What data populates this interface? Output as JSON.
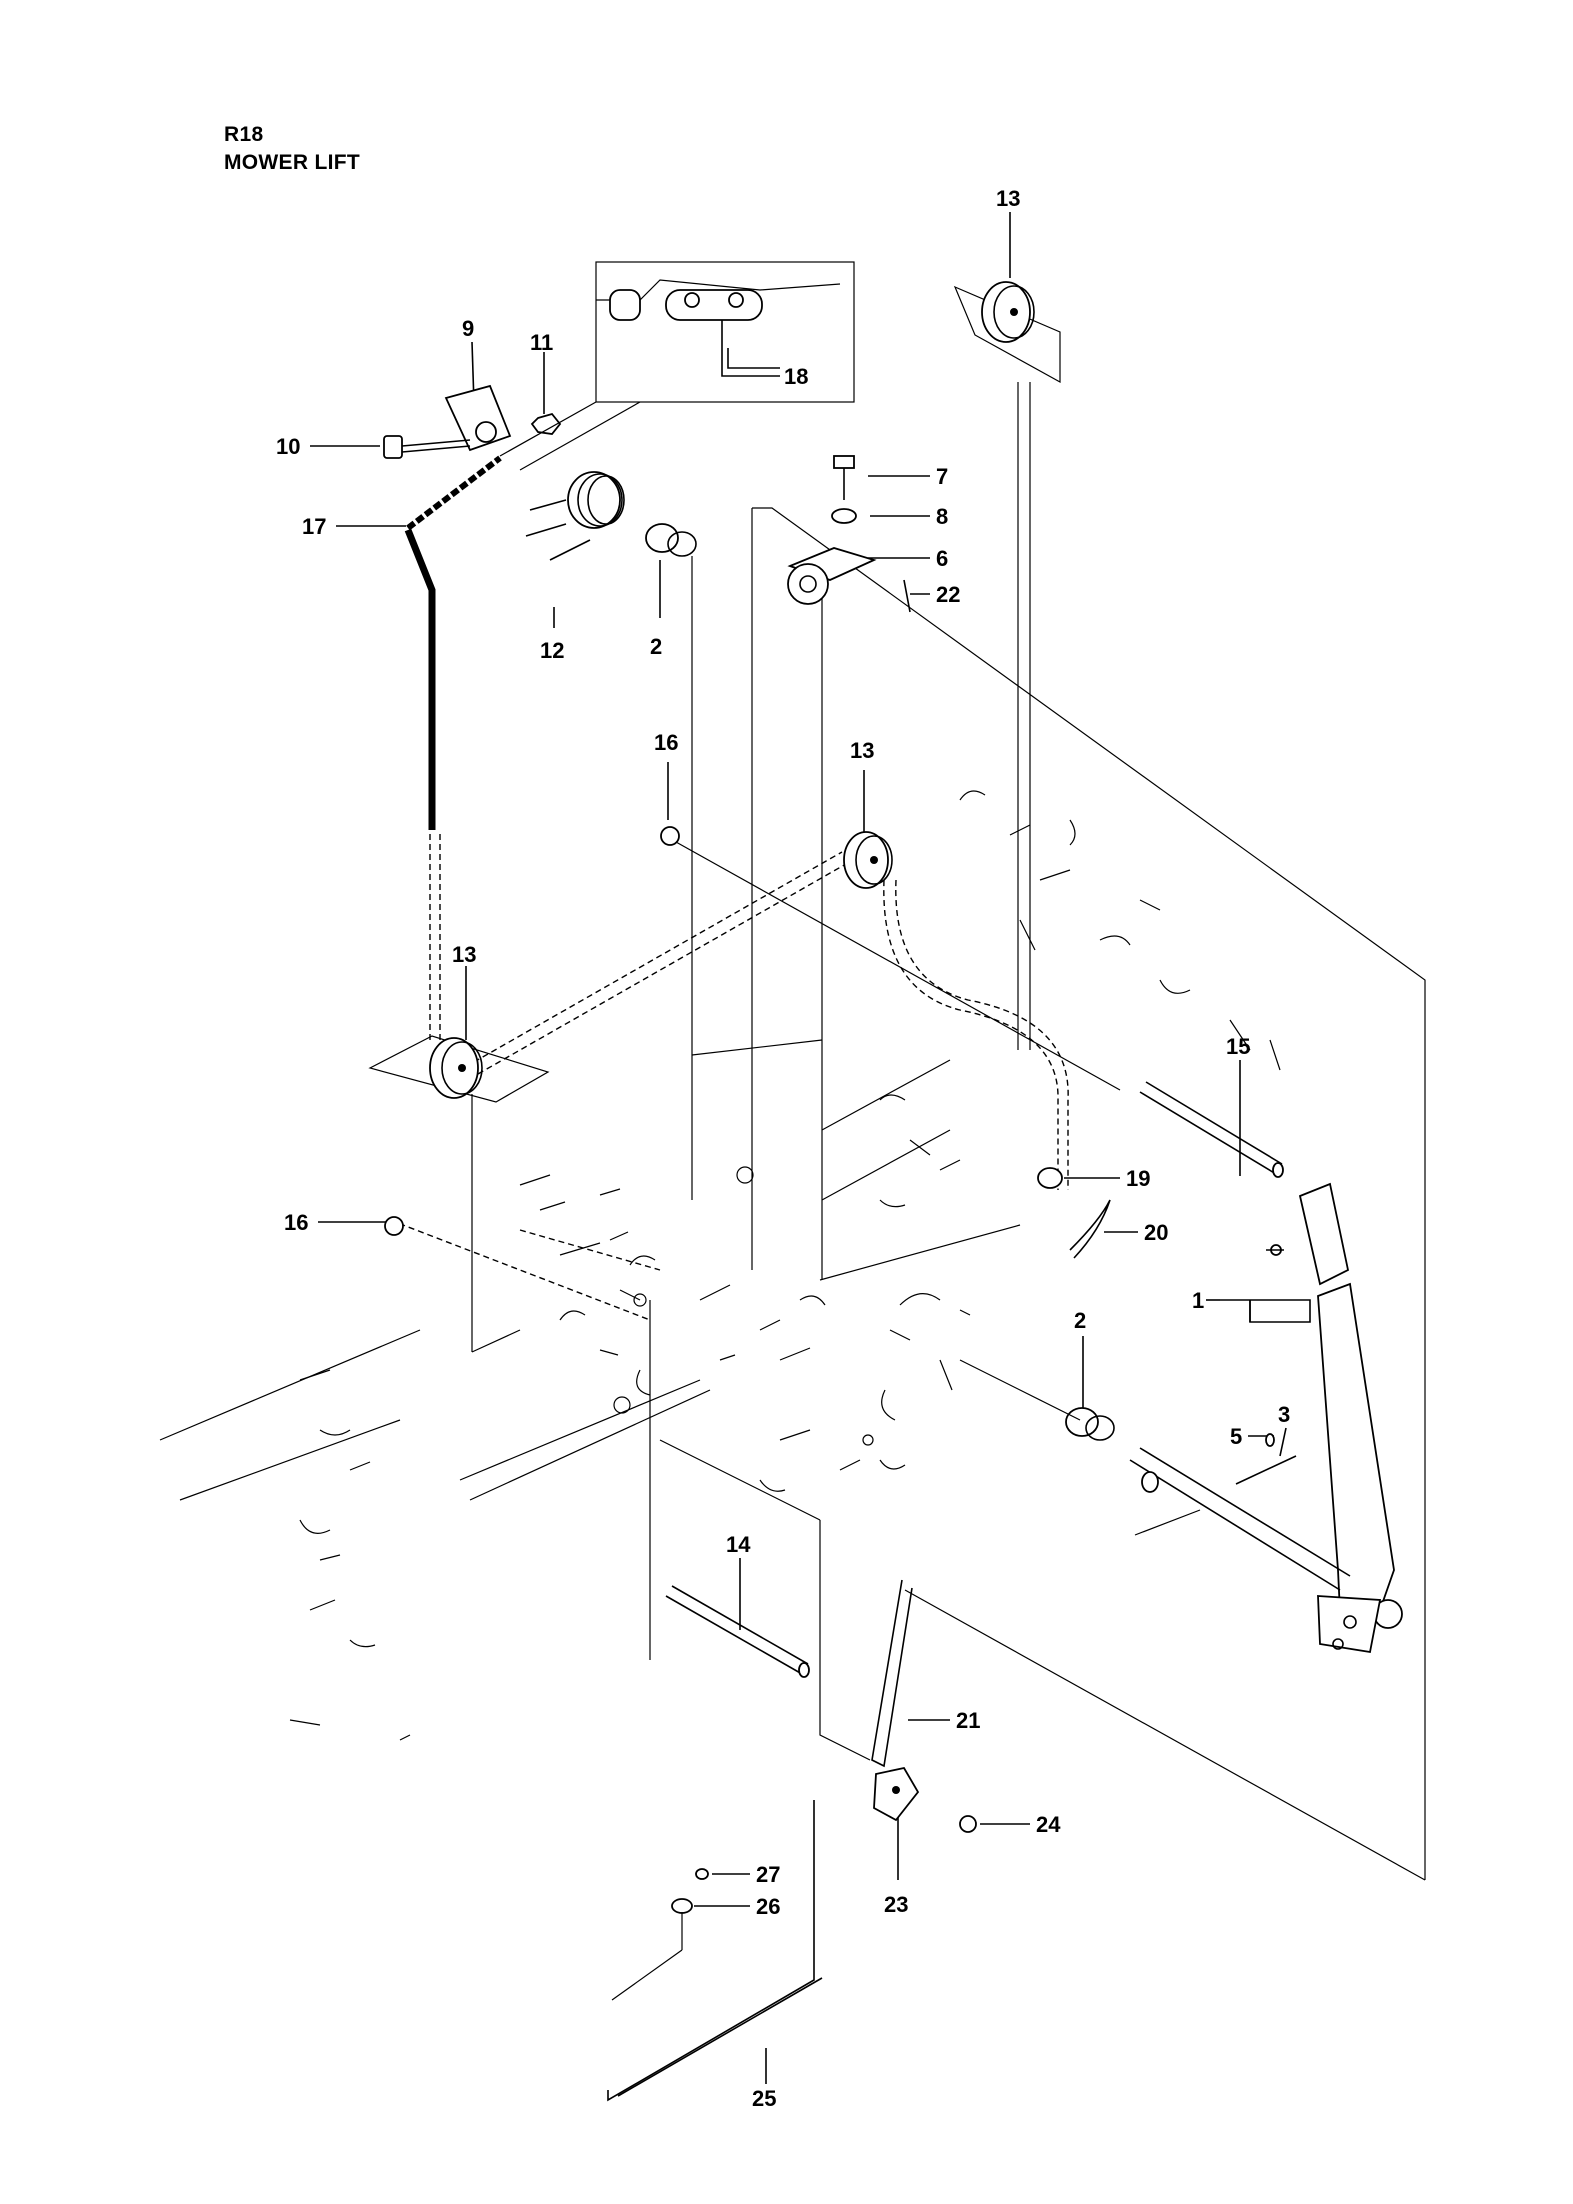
{
  "header": {
    "code": "R18",
    "title": "MOWER LIFT"
  },
  "callouts": [
    {
      "id": "c1",
      "text": "1"
    },
    {
      "id": "c2a",
      "text": "2"
    },
    {
      "id": "c2b",
      "text": "2"
    },
    {
      "id": "c3",
      "text": "3"
    },
    {
      "id": "c5",
      "text": "5"
    },
    {
      "id": "c6",
      "text": "6"
    },
    {
      "id": "c7",
      "text": "7"
    },
    {
      "id": "c8",
      "text": "8"
    },
    {
      "id": "c9",
      "text": "9"
    },
    {
      "id": "c10",
      "text": "10"
    },
    {
      "id": "c11",
      "text": "11"
    },
    {
      "id": "c12",
      "text": "12"
    },
    {
      "id": "c13a",
      "text": "13"
    },
    {
      "id": "c13b",
      "text": "13"
    },
    {
      "id": "c13c",
      "text": "13"
    },
    {
      "id": "c14",
      "text": "14"
    },
    {
      "id": "c15",
      "text": "15"
    },
    {
      "id": "c16a",
      "text": "16"
    },
    {
      "id": "c16b",
      "text": "16"
    },
    {
      "id": "c17",
      "text": "17"
    },
    {
      "id": "c18",
      "text": "18"
    },
    {
      "id": "c19",
      "text": "19"
    },
    {
      "id": "c20",
      "text": "20"
    },
    {
      "id": "c21",
      "text": "21"
    },
    {
      "id": "c22",
      "text": "22"
    },
    {
      "id": "c23",
      "text": "23"
    },
    {
      "id": "c24",
      "text": "24"
    },
    {
      "id": "c25",
      "text": "25"
    },
    {
      "id": "c26",
      "text": "26"
    },
    {
      "id": "c27",
      "text": "27"
    }
  ]
}
